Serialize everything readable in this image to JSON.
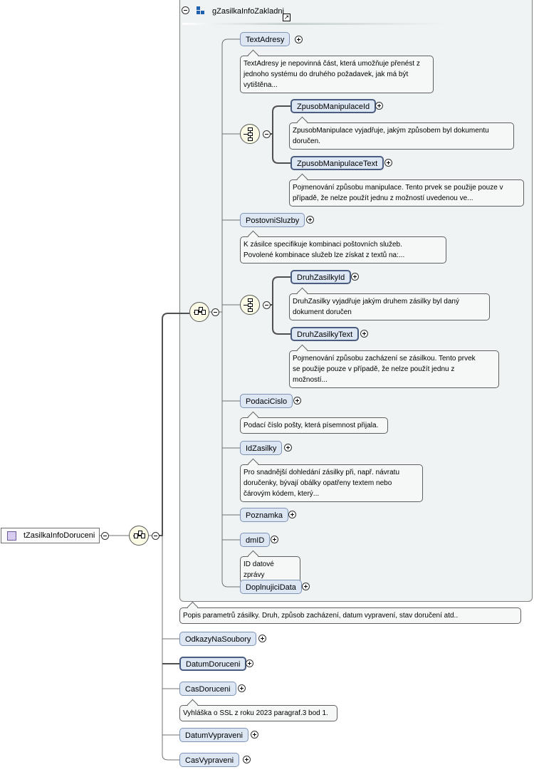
{
  "root": {
    "label": "tZasilkaInfoDoruceni",
    "icon": "complex-type-icon"
  },
  "group": {
    "title": "gZasilkaInfoZakladni",
    "icon": "model-group-icon",
    "link_icon": "link-arrow-icon",
    "link_glyph": "↗"
  },
  "elements": {
    "text_adresy": "TextAdresy",
    "zpusob_manipulace_id": "ZpusobManipulaceId",
    "zpusob_manipulace_text": "ZpusobManipulaceText",
    "postovni_sluzby": "PostovniSluzby",
    "druh_zasilky_id": "DruhZasilkyId",
    "druh_zasilky_text": "DruhZasilkyText",
    "podaci_cislo": "PodaciCislo",
    "id_zasilky": "IdZasilky",
    "poznamka": "Poznamka",
    "dm_id": "dmID",
    "doplnujici_data": "DoplnujiciData",
    "odkazy_na_soubory": "OdkazyNaSoubory",
    "datum_doruceni": "DatumDoruceni",
    "cas_doruceni": "CasDoruceni",
    "datum_vypraveni": "DatumVypraveni",
    "cas_vypraveni": "CasVypraveni"
  },
  "notes": {
    "text_adresy": [
      "TextAdresy je nepovinná část, která umožňuje přenést z",
      "jednoho systému do druhého požadavek, jak má být",
      "vytištěna..."
    ],
    "zpusob_manipulace_id": [
      "ZpusobManipulace vyjadřuje, jakým způsobem byl dokumentu",
      "doručen."
    ],
    "zpusob_manipulace_text": [
      "Pojmenování způsobu manipulace. Tento prvek se použije pouze v",
      "případě, že nelze použít jednu z možností uvedenou ve..."
    ],
    "postovni_sluzby": [
      "K zásilce specifikuje kombinaci poštovních služeb.",
      "Povolené kombinace služeb lze získat z textů na:..."
    ],
    "druh_zasilky_id": [
      "DruhZasilky vyjadřuje jakým druhem zásilky byl daný",
      "dokument doručen"
    ],
    "druh_zasilky_text": [
      "Pojmenování způsobu zacházení se zásilkou. Tento prvek",
      "se použije pouze v případě, že nelze použít jednu z",
      "možností..."
    ],
    "podaci_cislo": [
      "Podací číslo pošty, která písemnost přijala."
    ],
    "id_zasilky": [
      "Pro snadnější dohledání zásilky při, např. návratu",
      "doručenky, bývají obálky opatřeny textem nebo",
      "čárovým kódem, který..."
    ],
    "dm_id": [
      "ID datové zprávy"
    ],
    "group": [
      "Popis parametrů zásilky. Druh, způsob zacházení, datum vypravení, stav doručení atd.."
    ],
    "cas_doruceni": [
      "Vyhláška o SSL z roku 2023 paragraf.3 bod 1."
    ]
  },
  "colors": {
    "element_fill": "#dde6f3",
    "element_border": "#7e93b6",
    "group_fill": "#f0f3f3",
    "compositor_fill": "#fbfbe6",
    "note_fill": "#f6f7f7",
    "connector": "#707070"
  }
}
